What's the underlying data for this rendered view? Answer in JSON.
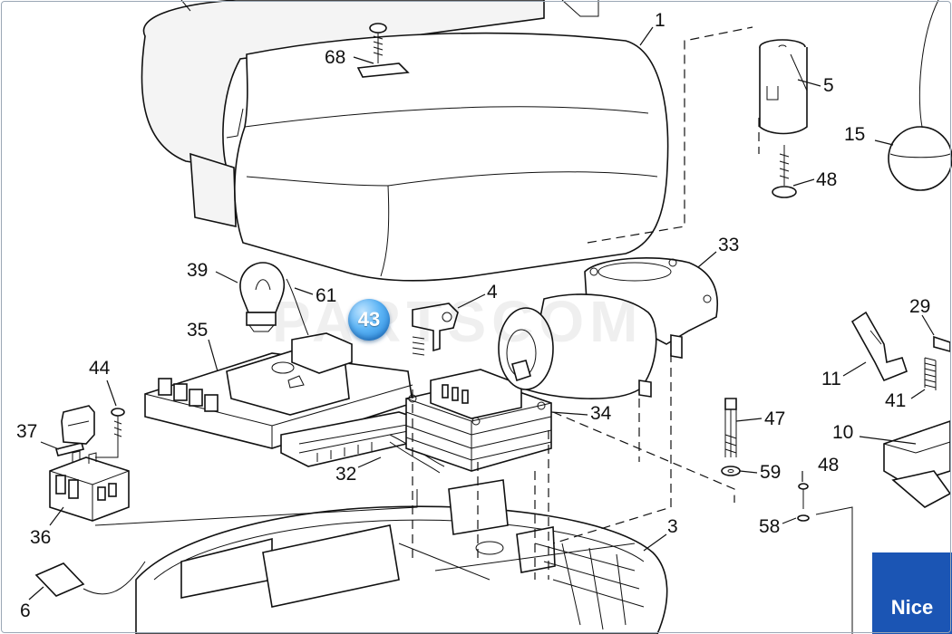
{
  "diagram": {
    "part_labels": [
      "1",
      "68",
      "5",
      "15",
      "48",
      "39",
      "61",
      "4",
      "33",
      "35",
      "44",
      "37",
      "34",
      "29",
      "11",
      "41",
      "47",
      "10",
      "59",
      "48",
      "32",
      "36",
      "58",
      "3",
      "6"
    ],
    "hotspot_label": "43",
    "watermark_text": "PARTSCOM",
    "brand_text": "Nice",
    "colors": {
      "line": "#111111",
      "hotspot": "#3a9ae8",
      "brand": "#1b55b4"
    }
  }
}
